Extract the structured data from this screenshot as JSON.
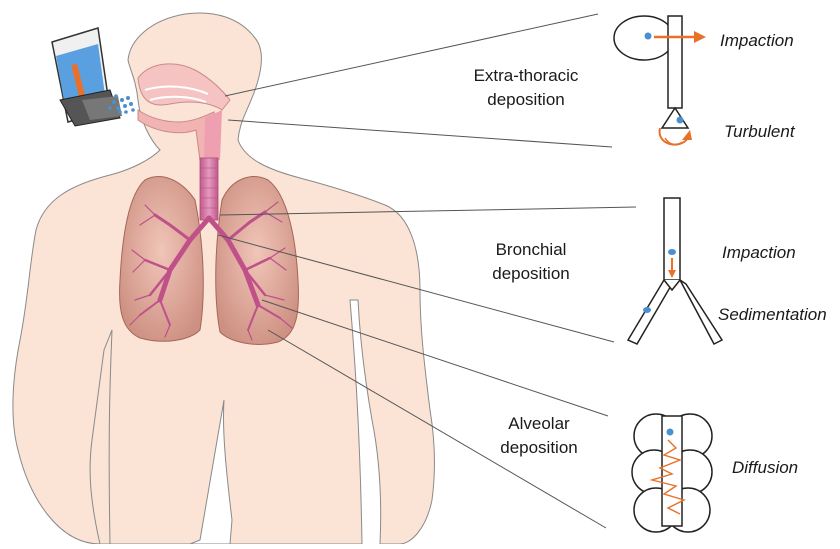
{
  "regions": {
    "extra_thoracic": {
      "line1": "Extra-thoracic",
      "line2": "deposition"
    },
    "bronchial": {
      "line1": "Bronchial",
      "line2": "deposition"
    },
    "alveolar": {
      "line1": "Alveolar",
      "line2": "deposition"
    }
  },
  "mechanisms": {
    "impaction_1": "Impaction",
    "turbulent": "Turbulent",
    "impaction_2": "Impaction",
    "sedimentation": "Sedimentation",
    "diffusion": "Diffusion"
  },
  "colors": {
    "skin": "#fbe3d5",
    "skin_outline": "#8a8a8a",
    "lung": "#d89a88",
    "airway": "#cf6f9a",
    "particle": "#4a90d0",
    "arrow": "#e8702a",
    "inhaler_liquid": "#5aa0e0"
  }
}
